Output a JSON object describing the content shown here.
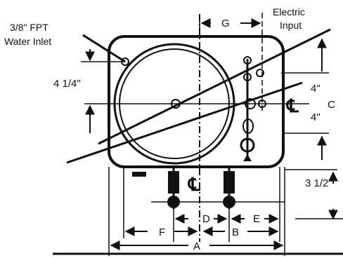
{
  "diagram": {
    "callouts": {
      "water_inlet_line1": "3/8\" FPT",
      "water_inlet_line2": "Water Inlet",
      "electric_line1": "Electric",
      "electric_line2": "Input"
    },
    "dimensions": {
      "left_offset": "4 1/4\"",
      "upper_right": "4\"",
      "lower_right": "4\"",
      "bottom_right": "3 1/2\"",
      "A": "A",
      "B": "B",
      "C": "C",
      "D": "D",
      "E": "E",
      "F": "F",
      "G": "G"
    },
    "symbols": {
      "centerline_top": "℄",
      "centerline_right": "℄"
    }
  }
}
